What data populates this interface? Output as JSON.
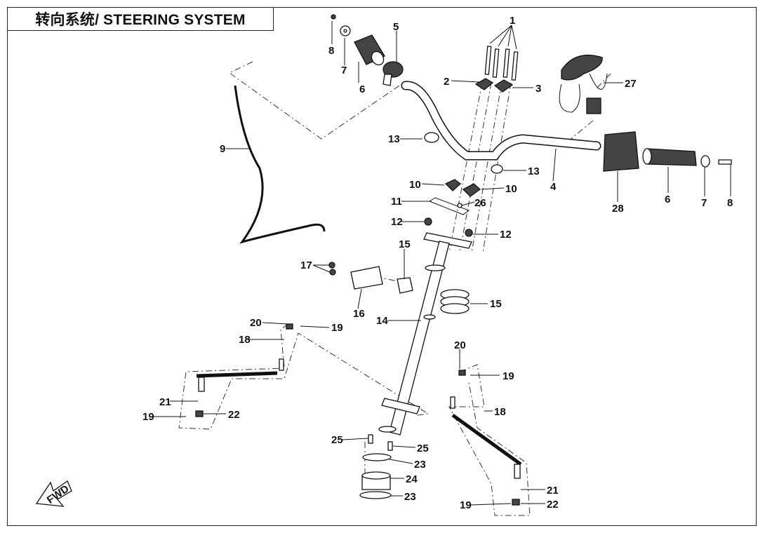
{
  "title": "转向系统/ STEERING SYSTEM",
  "fwd_label": "FWD",
  "callouts": [
    "1",
    "2",
    "3",
    "4",
    "5",
    "6",
    "7",
    "8",
    "9",
    "10",
    "11",
    "12",
    "13",
    "14",
    "15",
    "16",
    "17",
    "18",
    "19",
    "20",
    "21",
    "22",
    "23",
    "24",
    "25",
    "26",
    "27",
    "28"
  ]
}
